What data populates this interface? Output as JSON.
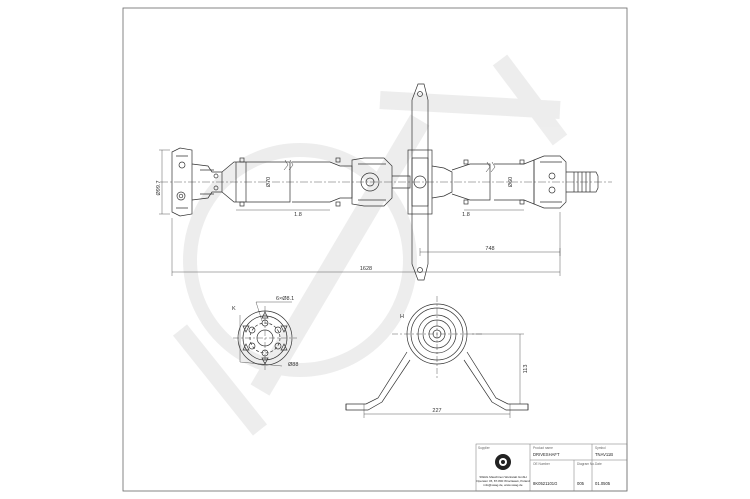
{
  "dimensions": {
    "flange_diameter": "Ø99.7",
    "tube_left_diameter": "Ø70",
    "tube_right_diameter": "Ø60",
    "length_right_section": "748",
    "overall_length": "1628",
    "angle_left": "1.8",
    "angle_right": "1.8",
    "flange_holes": "6×Ø8.1",
    "flange_pcd": "Ø88",
    "bearing_width": "227",
    "bearing_height": "113",
    "view_marker_k": "K",
    "view_marker_h": "H"
  },
  "title_block": {
    "company_label": "Supplier",
    "company_name": "SWAG Maschinen Werkstatt GmbH",
    "company_address": "Operator 45, 87-800 Wroclawek, Poland",
    "company_web": "info@swag.de, www.swag.de",
    "product_name_label": "Product name",
    "product_name_value": "DRIVESHAFT",
    "symbol_label": "Symbol",
    "symbol_value": "TNAV11B",
    "oe_number_label": "OE Number",
    "oe_number_value": "8K0521101G",
    "diagram_no_label": "Diagram No.",
    "diagram_no_value": "005",
    "date_label": "Date",
    "date_value": "01.0505"
  },
  "colors": {
    "line": "#333333",
    "watermark": "#ececec",
    "frame": "#666666"
  }
}
